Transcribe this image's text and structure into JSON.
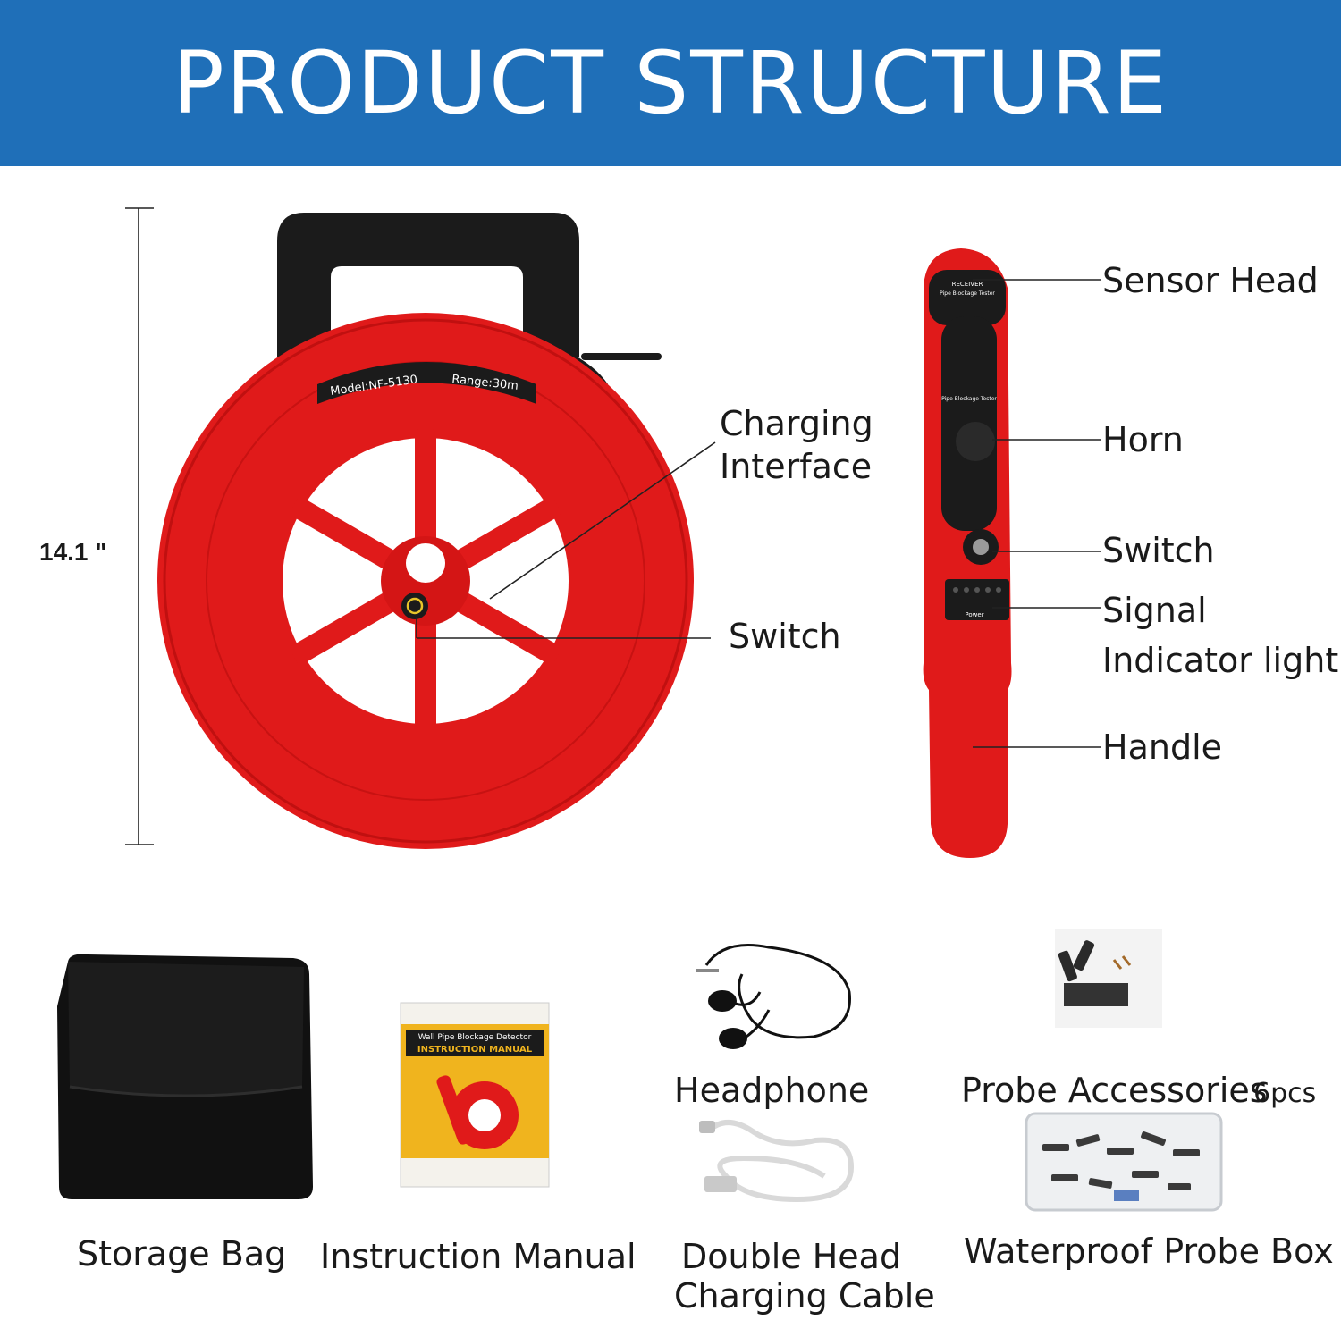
{
  "banner": {
    "title": "PRODUCT STRUCTURE"
  },
  "dimension": {
    "height_label": "14.1 \""
  },
  "reel": {
    "model_text": "Model:NF-5130",
    "range_text": "Range:30m",
    "callouts": {
      "charging": [
        "Charging",
        "Interface"
      ],
      "switch": "Switch"
    }
  },
  "receiver": {
    "head_text": "RECEIVER",
    "head_subtext": "Pipe Blockage Tester",
    "panel_text": "Pipe Blockage Tester",
    "power_text": "Power",
    "callouts": {
      "sensor_head": "Sensor Head",
      "horn": "Horn",
      "switch": "Switch",
      "signal": [
        "Signal",
        "Indicator light"
      ],
      "handle": "Handle"
    }
  },
  "accessories": {
    "storage_bag": "Storage Bag",
    "manual": {
      "label": "Instruction Manual",
      "cover_title": "Wall Pipe Blockage Detector",
      "cover_subtitle": "INSTRUCTION MANUAL"
    },
    "headphone": "Headphone",
    "probe_accessories": {
      "label": "Probe Accessories",
      "qty": "6pcs"
    },
    "cable": [
      "Double Head",
      "Charging Cable"
    ],
    "probe_box": "Waterproof Probe Box"
  },
  "colors": {
    "banner": "#1f6fb8",
    "product_red": "#e01a1a",
    "handle_black": "#1b1b1b"
  }
}
